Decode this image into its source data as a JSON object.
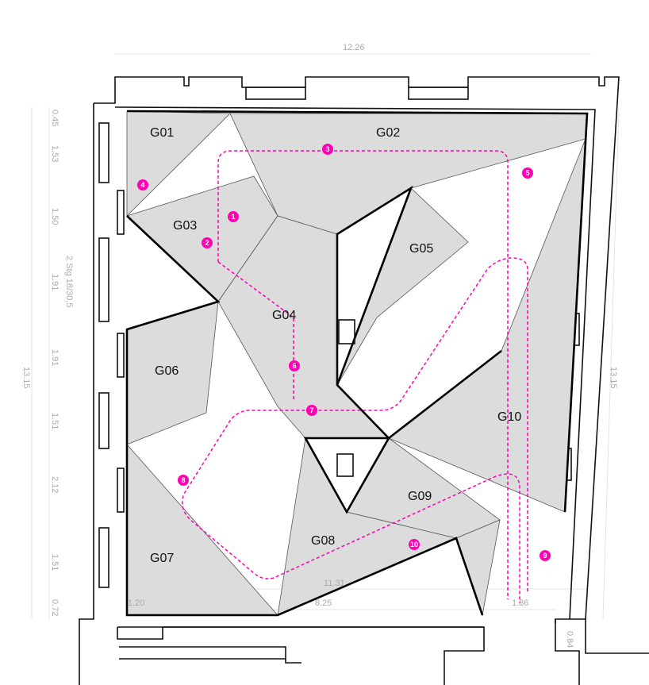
{
  "rooms": [
    "G01",
    "G02",
    "G03",
    "G04",
    "G05",
    "G06",
    "G07",
    "G08",
    "G09",
    "G10"
  ],
  "dimensions": {
    "top_width": "12.26",
    "left_total": "13.15",
    "right_total": "13.15",
    "left_segments": [
      "0.45",
      "1.53",
      "1.50",
      "1.91",
      "1.91",
      "1.51",
      "2.12",
      "1.51",
      "0.72"
    ],
    "stair_note": "2 Stg 18/30,5",
    "bottom_inner": "11.31",
    "bottom_a": "8.25",
    "door_width": "1.20",
    "corridor": "1.86",
    "right_bottom": "0.84"
  },
  "route_markers": [
    "1",
    "2",
    "3",
    "4",
    "5",
    "6",
    "7",
    "8",
    "9",
    "10"
  ],
  "colors": {
    "route": "#ff00b4",
    "room_fill": "#dcdcdc",
    "wall": "#000000"
  }
}
